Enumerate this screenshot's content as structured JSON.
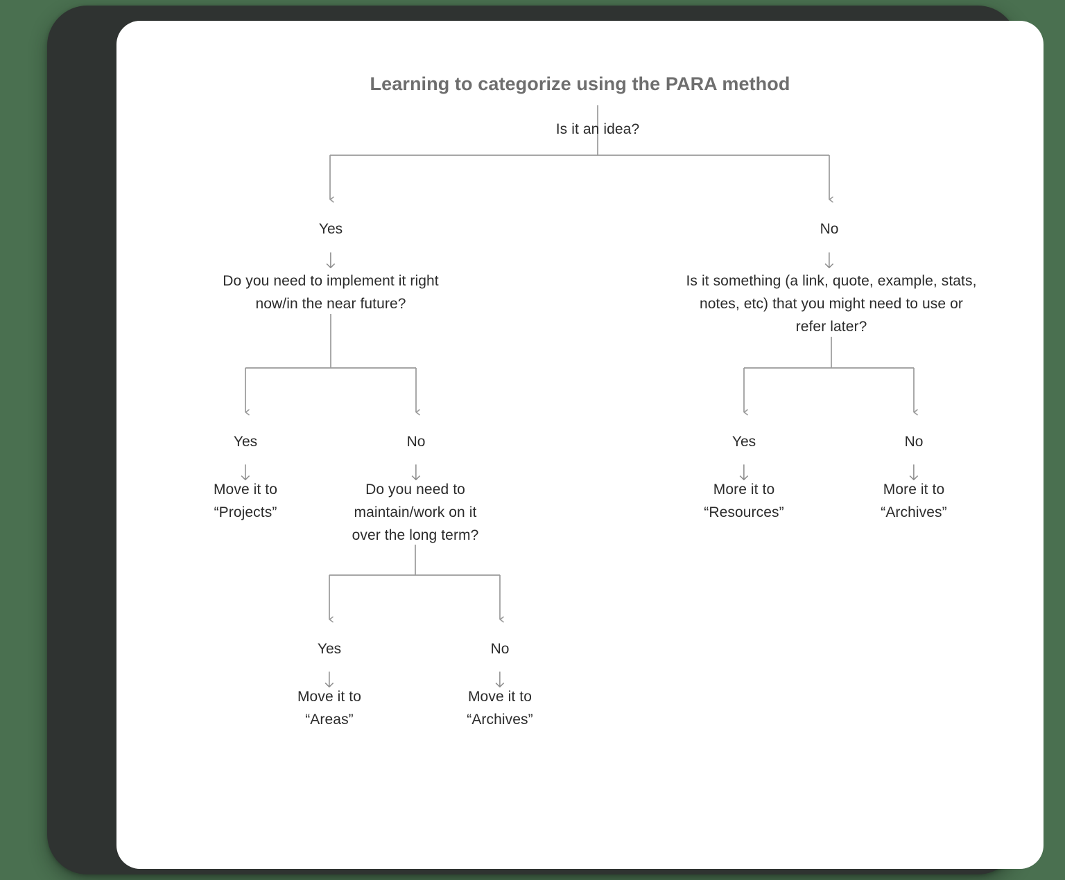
{
  "frame": {
    "background_color": "#4a7050",
    "bezel_color": "#2f3331",
    "screen_color": "#ffffff"
  },
  "chart_data": {
    "type": "diagram",
    "diagram_kind": "decision-tree-flowchart",
    "title": "Learning to categorize using the PARA method",
    "title_color": "#6e6e6e",
    "node_text_color": "#2b2b2b",
    "connector_color": "#9a9a9a",
    "arrow_glyph": "↓",
    "nodes": [
      {
        "id": "root",
        "kind": "question",
        "text": "Is it an idea?"
      },
      {
        "id": "q-implement",
        "kind": "question",
        "text": "Do you need to implement it right\nnow/in the near future?"
      },
      {
        "id": "q-something",
        "kind": "question",
        "text": "Is it something (a link, quote, example, stats,\nnotes, etc) that you might need to use or\nrefer later?"
      },
      {
        "id": "q-maintain",
        "kind": "question",
        "text": "Do you need to\nmaintain/work on it\nover the long term?"
      },
      {
        "id": "out-projects",
        "kind": "outcome",
        "text": "Move it to\n“Projects”"
      },
      {
        "id": "out-areas",
        "kind": "outcome",
        "text": "Move it to\n“Areas”"
      },
      {
        "id": "out-archives-1",
        "kind": "outcome",
        "text": "Move it to\n“Archives”"
      },
      {
        "id": "out-resources",
        "kind": "outcome",
        "text": "More it to\n“Resources”"
      },
      {
        "id": "out-archives-2",
        "kind": "outcome",
        "text": "More it to\n“Archives”"
      }
    ],
    "edges": [
      {
        "from": "root",
        "to": "q-implement",
        "label": "Yes"
      },
      {
        "from": "root",
        "to": "q-something",
        "label": "No"
      },
      {
        "from": "q-implement",
        "to": "out-projects",
        "label": "Yes"
      },
      {
        "from": "q-implement",
        "to": "q-maintain",
        "label": "No"
      },
      {
        "from": "q-maintain",
        "to": "out-areas",
        "label": "Yes"
      },
      {
        "from": "q-maintain",
        "to": "out-archives-1",
        "label": "No"
      },
      {
        "from": "q-something",
        "to": "out-resources",
        "label": "Yes"
      },
      {
        "from": "q-something",
        "to": "out-archives-2",
        "label": "No"
      }
    ]
  },
  "diagram": {
    "title": "Learning to categorize using the PARA method",
    "root_question": "Is it an idea?",
    "branch_left": {
      "edge_label": "Yes",
      "question": "Do you need to implement it right\nnow/in the near future?",
      "yes": {
        "edge_label": "Yes",
        "outcome": "Move it to\n“Projects”"
      },
      "no": {
        "edge_label": "No",
        "question": "Do you need to\nmaintain/work on it\nover the long term?",
        "yes": {
          "edge_label": "Yes",
          "outcome": "Move it to\n“Areas”"
        },
        "no": {
          "edge_label": "No",
          "outcome": "Move it to\n“Archives”"
        }
      }
    },
    "branch_right": {
      "edge_label": "No",
      "question": "Is it something (a link, quote, example, stats,\nnotes, etc) that you might need to use or\nrefer later?",
      "yes": {
        "edge_label": "Yes",
        "outcome": "More it to\n“Resources”"
      },
      "no": {
        "edge_label": "No",
        "outcome": "More it to\n“Archives”"
      }
    },
    "arrow_glyph": "↓"
  }
}
